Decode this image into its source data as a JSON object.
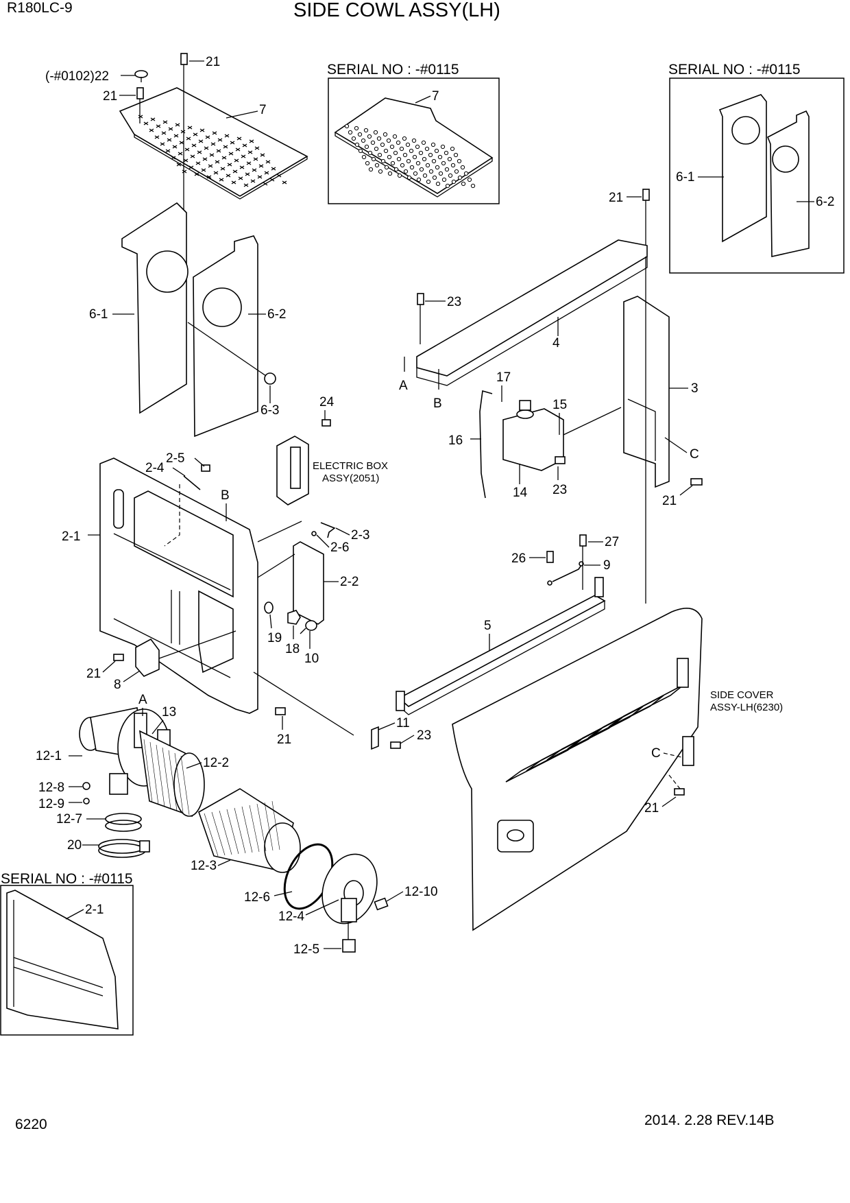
{
  "header": {
    "model": "R180LC-9",
    "title": "SIDE COWL ASSY(LH)"
  },
  "footer": {
    "page_number": "6220",
    "revision": "2014. 2.28  REV.14B"
  },
  "callouts": {
    "c21_top": "21",
    "c22": "(-#0102)22",
    "c21_left": "21",
    "c7": "7",
    "c6_1": "6-1",
    "c6_2": "6-2",
    "c6_3": "6-3",
    "c24": "24",
    "c2_5": "2-5",
    "c2_4": "2-4",
    "cB_left": "B",
    "c2_1": "2-1",
    "c2_3": "2-3",
    "c2_6": "2-6",
    "c2_2": "2-2",
    "c19": "19",
    "c18": "18",
    "c10": "10",
    "c21_8": "21",
    "c8": "8",
    "cA": "A",
    "c13": "13",
    "c21_bottom": "21",
    "c12_1": "12-1",
    "c12_2": "12-2",
    "c12_8": "12-8",
    "c12_9": "12-9",
    "c12_7": "12-7",
    "c20": "20",
    "c12_3": "12-3",
    "c12_6": "12-6",
    "c12_4": "12-4",
    "c12_10": "12-10",
    "c12_5": "12-5",
    "c11": "11",
    "c23_11": "23",
    "c5": "5",
    "c26": "26",
    "c27": "27",
    "c9": "9",
    "c21_frame": "21",
    "c23_top": "23",
    "c4": "4",
    "cA_frame": "A",
    "cB_frame": "B",
    "c17": "17",
    "c15": "15",
    "c16": "16",
    "c14": "14",
    "c23_tank": "23",
    "c3": "3",
    "cC_right": "C",
    "c21_right": "21",
    "cC_cover": "C",
    "c21_cover": "21"
  },
  "notes": {
    "electric_box_line1": "ELECTRIC BOX",
    "electric_box_line2": "ASSY(2051)",
    "side_cover_line1": "SIDE COVER",
    "side_cover_line2": "ASSY-LH(6230)"
  },
  "insets": [
    {
      "serial": "SERIAL NO : -#0115",
      "callouts": [
        "7"
      ]
    },
    {
      "serial": "SERIAL NO : -#0115",
      "callouts": [
        "6-1",
        "6-2"
      ]
    },
    {
      "serial": "SERIAL NO : -#0115",
      "callouts": [
        "2-1"
      ]
    }
  ]
}
